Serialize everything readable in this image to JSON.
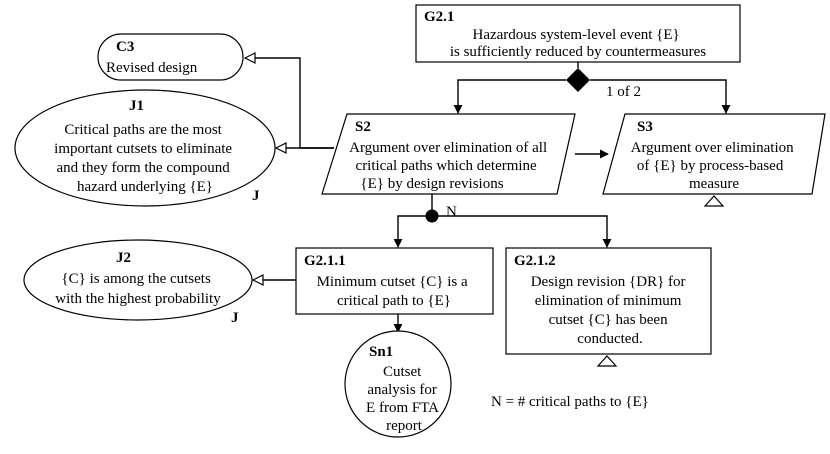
{
  "nodes": {
    "g21": {
      "id": "G2.1",
      "lines": [
        "Hazardous system-level event {E}",
        "is sufficiently reduced by countermeasures"
      ]
    },
    "c3": {
      "id": "C3",
      "lines": [
        "Revised design"
      ]
    },
    "j1": {
      "id": "J1",
      "lines": [
        "Critical paths are the most",
        "important cutsets to eliminate",
        "and they form the compound",
        "hazard underlying {E}"
      ],
      "tag": "J"
    },
    "s2": {
      "id": "S2",
      "lines": [
        "Argument over elimination of all",
        "critical paths which determine",
        "{E} by design revisions"
      ]
    },
    "s3": {
      "id": "S3",
      "lines": [
        "Argument over elimination",
        "of {E} by process-based",
        "measure"
      ]
    },
    "j2": {
      "id": "J2",
      "lines": [
        "{C} is among the cutsets",
        "with the highest probability"
      ],
      "tag": "J"
    },
    "g211": {
      "id": "G2.1.1",
      "lines": [
        "Minimum cutset {C} is a",
        "critical path to {E}"
      ]
    },
    "g212": {
      "id": "G2.1.2",
      "lines": [
        "Design revision {DR} for",
        "elimination of minimum",
        "cutset {C} has been",
        "conducted."
      ]
    },
    "sn1": {
      "id": "Sn1",
      "lines": [
        "Cutset",
        "analysis for",
        "E from FTA",
        "report"
      ]
    }
  },
  "option_label": "1 of 2",
  "multiplicity_label": "N",
  "note": "N = # critical paths to {E}"
}
